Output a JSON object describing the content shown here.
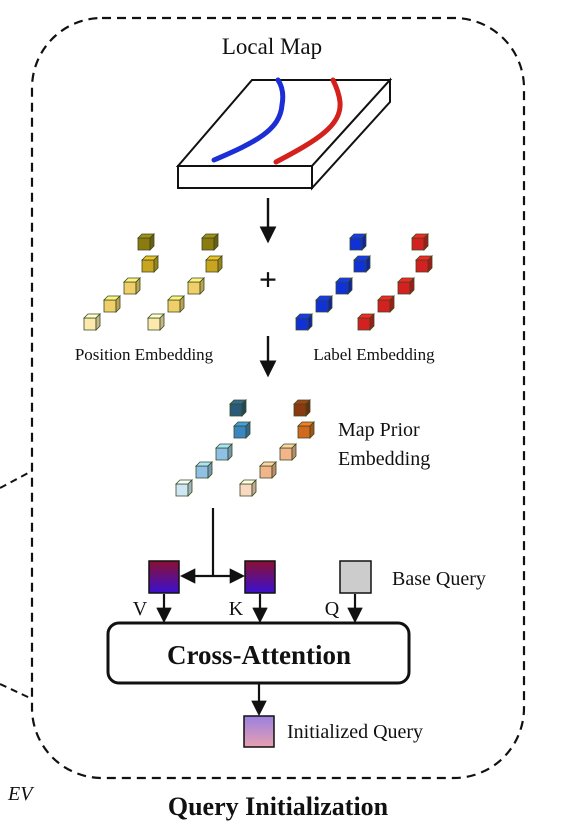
{
  "title": "Query Initialization",
  "local_map_label": "Local Map",
  "position_embedding_label": "Position Embedding",
  "label_embedding_label": "Label Embedding",
  "plus_sign": "+",
  "map_prior_label_line1": "Map Prior",
  "map_prior_label_line2": "Embedding",
  "base_query_label": "Base Query",
  "v_label": "V",
  "k_label": "K",
  "q_label": "Q",
  "cross_attention_label": "Cross-Attention",
  "initialized_query_label": "Initialized Query",
  "edge_fragment_label": "EV",
  "colors": {
    "lane_blue": "#1c2fd6",
    "lane_red": "#d4211c",
    "position_cubes": [
      "#8a7a10",
      "#c9a420",
      "#f0cf6a",
      "#fbe9ae"
    ],
    "label_blue_cubes": "#1030d8",
    "label_red_cubes": "#d42020",
    "prior_blue_cubes": [
      "#2a5a7a",
      "#3a86c0",
      "#8fc1e6",
      "#cfe6f5"
    ],
    "prior_orange_cubes": [
      "#8a3a10",
      "#d2691e",
      "#f2b48a",
      "#fad9c2"
    ],
    "base_query": "#cccccc",
    "vk_gradient": [
      "#8a1020",
      "#3a10c0"
    ],
    "init_query_gradient": [
      "#9a80e0",
      "#e0a0b8"
    ]
  }
}
